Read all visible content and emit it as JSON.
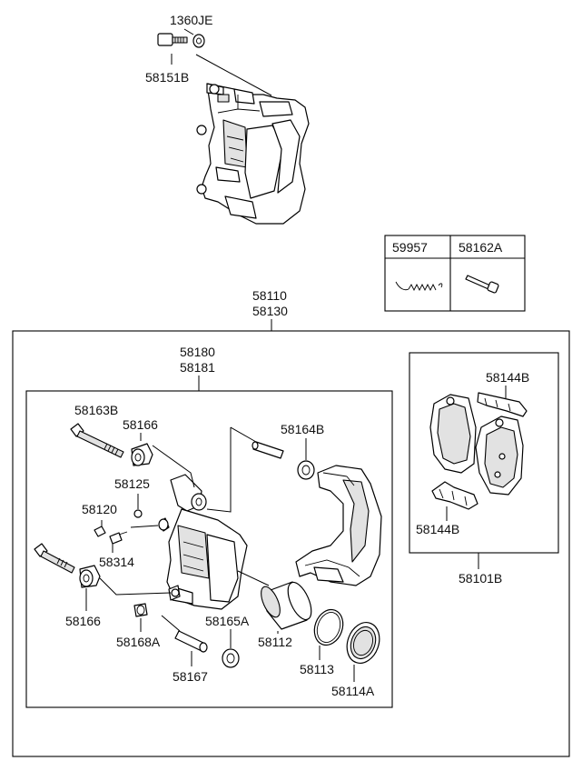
{
  "diagram": {
    "part_numbers": {
      "bolt_top_washer": "1360JE",
      "bolt_top": "58151B",
      "spring_clip": "59957",
      "guide_pin": "58162A",
      "caliper_assembly_a": "58110",
      "caliper_assembly_b": "58130",
      "caliper_body_a": "58180",
      "caliper_body_b": "58181",
      "pin_bolt": "58163B",
      "boot_upper": "58166",
      "bushing": "58125",
      "bleeder_screw": "58120",
      "bleeder_cap": "58314",
      "boot_lower": "58166",
      "boot_cap": "58168A",
      "guide_rod": "58167",
      "sleeve_boot": "58165A",
      "pin_sleeve": "58164B",
      "piston": "58112",
      "piston_seal": "58113",
      "piston_boot": "58114A",
      "pad_shim_top": "58144B",
      "pad_shim_bottom": "58144B",
      "pad_kit": "58101B"
    }
  }
}
